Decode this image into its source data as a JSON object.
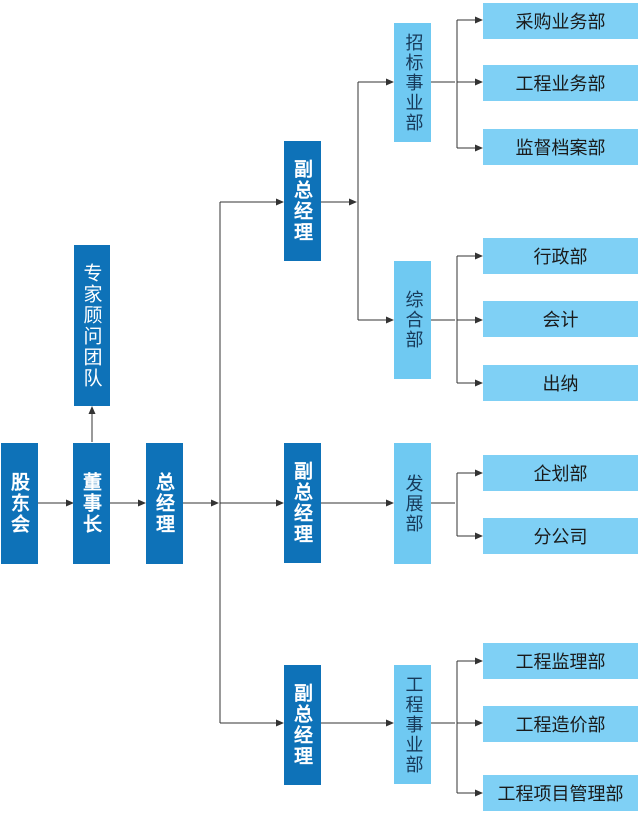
{
  "org": {
    "shareholders": "股东会",
    "board": "董事长",
    "expert_team": "专家顾问团队",
    "general_manager": "总经理",
    "vp_1": "副总经理",
    "vp_2": "副总经理",
    "vp_3": "副总经理",
    "dept_bidding": "招标事业部",
    "dept_general": "综合部",
    "dept_development": "发展部",
    "dept_engineering": "工程事业部",
    "bidding_units": [
      "采购业务部",
      "工程业务部",
      "监督档案部"
    ],
    "general_units": [
      "行政部",
      "会计",
      "出纳"
    ],
    "development_units": [
      "企划部",
      "分公司"
    ],
    "engineering_units": [
      "工程监理部",
      "工程造价部",
      "工程项目管理部"
    ]
  },
  "colors": {
    "dark_box": "#0e72b8",
    "mid_box": "#6fc9f2",
    "leaf_box": "#7fd0f5",
    "line": "#333333"
  }
}
